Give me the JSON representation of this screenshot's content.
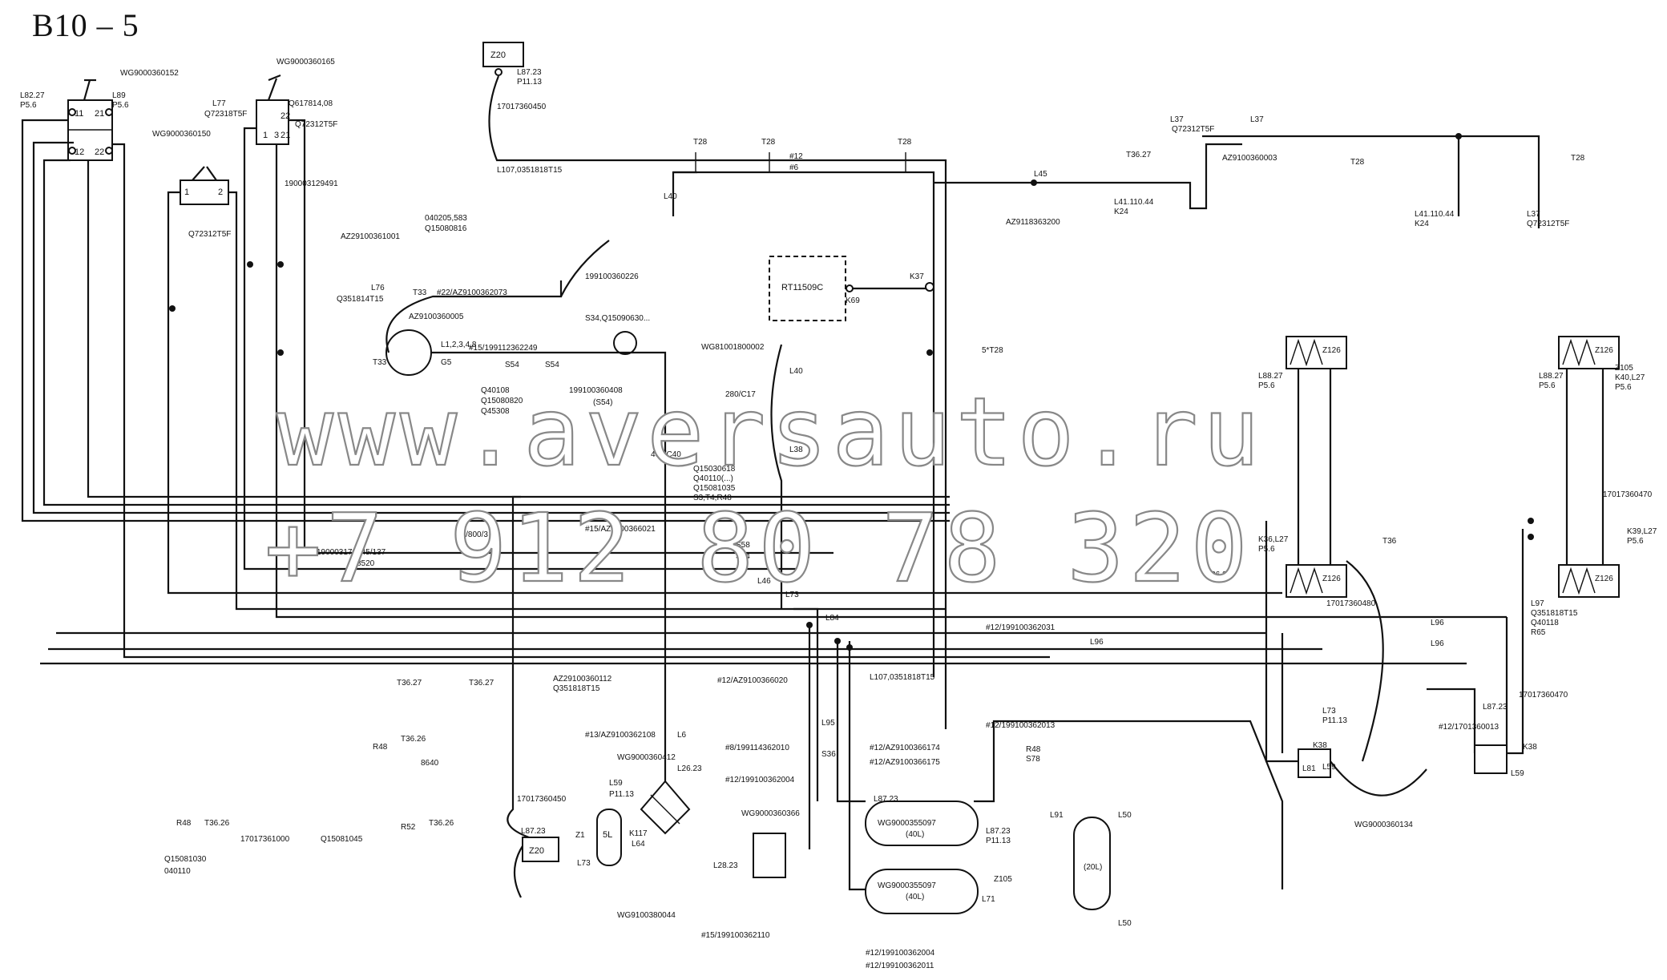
{
  "page_title": "B10 – 5",
  "watermark": {
    "line1": "www.aversauto.ru",
    "line2": "+7 912 80 78 320"
  },
  "labels": {
    "wg_top_left": "WG9000360152",
    "wg_top_mid": "WG9000360165",
    "wg_150": "WG9000360150",
    "code_190003129491": "190003129491",
    "l82_27": "L82.27",
    "p5_6": "P5.6",
    "l89": "L89",
    "l77": "L77",
    "q72318t5f": "Q72318T5F",
    "q617814": "Q617814,08",
    "q72312t5f": "Q72312T5F",
    "l37": "L37",
    "z20_top": "Z20",
    "l87_23": "L87.23",
    "p11_13": "P11.13",
    "n17017360450": "17017360450",
    "l107_top": "L107,0351818T15",
    "t28": "T28",
    "n12": "#12",
    "n6": "#6",
    "l40": "L40",
    "l45": "L45",
    "t36_27": "T36.27",
    "az29100360003": "AZ9100360003",
    "q72312t5f_b": "Q72312T5F",
    "l41_110_44": "L41.110.44",
    "k24": "K24",
    "az9118363200": "AZ9118363200",
    "d40205_583": "040205,583",
    "q15080816": "Q15080816",
    "az29100361001": "AZ29100361001",
    "l76": "L76",
    "q351814t15": "Q351814T15",
    "t33": "T33",
    "n22_az": "#22/AZ9100362073",
    "n199100360226": "199100360226",
    "az9100360005": "AZ9100360005",
    "rt11509c": "RT11509C",
    "k37": "K37",
    "k69": "K69",
    "s34_q": "S34,Q15090630...",
    "n15_199": "#15/199112362249",
    "l1234": "L1,2,3,4,8",
    "s54": "S54",
    "g5": "G5",
    "wg81001": "WG81001800002",
    "five_t28": "5*T28",
    "d40108": "Q40108",
    "q15080820": "Q15080820",
    "q45308": "Q45308",
    "n199100360408": "199100360408",
    "s54b": "(S54)",
    "r280": "280/C17",
    "r400": "400/C40",
    "l38": "L38",
    "z126": "Z126",
    "l88_27": "L88.27",
    "z105": "Z105",
    "k40": "K40,L27",
    "q15030618": "Q15030618",
    "q40110": "Q40110(...)",
    "q15081035": "Q15081035",
    "s3t4": "S3,T4,R48",
    "n15_az": "#15/AZ9100366021",
    "s58": "S58",
    "s34": "S34",
    "n8_800": "#8/800/3",
    "l46": "L46",
    "l73": "L73",
    "l84": "L84",
    "k36": "K36,L27",
    "t36": "T36",
    "n17017360470": "17017360470",
    "k39": "K39,L27",
    "n17017360480": "17017360480",
    "l97": "L97",
    "q3518": "Q351818T15",
    "q40118": "Q40118",
    "r65": "R65",
    "n190003179045": "190003179045/137",
    "n8520": "8520",
    "n12_199": "#12/199100362031",
    "l96": "L96",
    "l107b": "L107,0351818T15",
    "az29100360112": "AZ29100360112",
    "q351813": "Q351818T15",
    "n12_az020": "#12/AZ9100366020",
    "n12_1701": "#12/1701360013",
    "n17017360470b": "17017360470",
    "k38": "K38",
    "l59": "L59",
    "l81": "L81",
    "r48": "R48",
    "t36_26": "T36.26",
    "n8640": "8640",
    "n13_az": "#13/AZ9100362108",
    "l6": "L6",
    "l95": "L95",
    "s36": "S36",
    "n12_199b": "#12/199100362013",
    "n8_199": "#8/199114362010",
    "n12_az174": "#12/AZ9100366174",
    "n12_az175": "#12/AZ9100366175",
    "wg9000360412": "WG9000360412",
    "l26_23": "L26.23",
    "n12_199c": "#12/199100362004",
    "s78": "S78",
    "n5l": "5L",
    "z1": "Z1",
    "k117": "K117",
    "l64": "L64",
    "wg9000360366": "WG9000360366",
    "l28_23": "L28.23",
    "wg9000355097": "WG9000355097",
    "c40l": "(40L)",
    "z105b": "Z105",
    "l71": "L71",
    "l91": "L91",
    "l50": "L50",
    "c20l": "(20L)",
    "wg9000360134": "WG9000360134",
    "n17017361000": "17017361000",
    "q15081030": "Q15081030",
    "d40110": "040110",
    "r52": "R52",
    "q15081045": "Q15081045",
    "wg9100380044": "WG9100380044",
    "n15_199c": "#15/199100362110",
    "n12_199d": "#12/199100362004",
    "n12_199e": "#12/199100362011"
  }
}
